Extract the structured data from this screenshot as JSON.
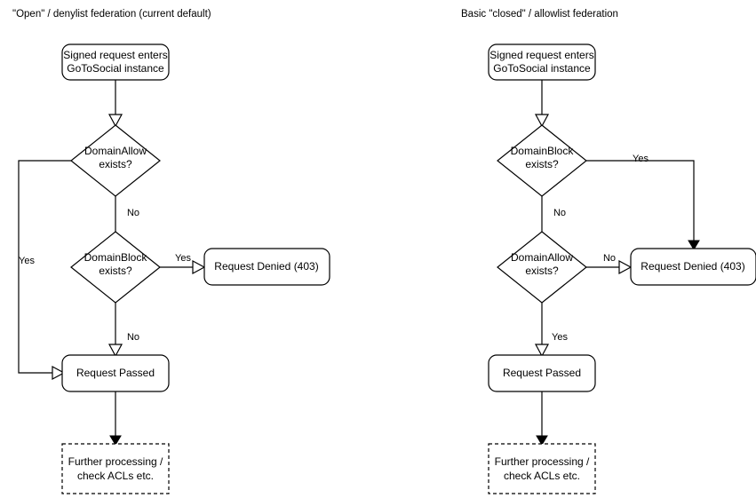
{
  "diagrams": [
    {
      "id": "open-denylist",
      "title": "\"Open\" / denylist federation (current default)",
      "nodes": {
        "start": {
          "line1": "Signed request enters",
          "line2": "GoToSocial instance"
        },
        "decision1": {
          "line1": "DomainAllow",
          "line2": "exists?"
        },
        "decision2": {
          "line1": "DomainBlock",
          "line2": "exists?"
        },
        "denied": {
          "label": "Request Denied (403)"
        },
        "passed": {
          "label": "Request Passed"
        },
        "further": {
          "line1": "Further processing /",
          "line2": "check ACLs etc."
        }
      },
      "edge_labels": {
        "decision1_yes": "Yes",
        "decision1_no": "No",
        "decision2_yes": "Yes",
        "decision2_no": "No"
      }
    },
    {
      "id": "closed-allowlist",
      "title": "Basic \"closed\" / allowlist federation",
      "nodes": {
        "start": {
          "line1": "Signed request enters",
          "line2": "GoToSocial instance"
        },
        "decision1": {
          "line1": "DomainBlock",
          "line2": "exists?"
        },
        "decision2": {
          "line1": "DomainAllow",
          "line2": "exists?"
        },
        "denied": {
          "label": "Request Denied (403)"
        },
        "passed": {
          "label": "Request Passed"
        },
        "further": {
          "line1": "Further processing /",
          "line2": "check ACLs etc."
        }
      },
      "edge_labels": {
        "decision1_yes": "Yes",
        "decision1_no": "No",
        "decision2_no": "No",
        "decision2_yes": "Yes"
      }
    }
  ],
  "colors": {
    "stroke": "#000000",
    "fill": "#ffffff",
    "text": "#000000"
  }
}
